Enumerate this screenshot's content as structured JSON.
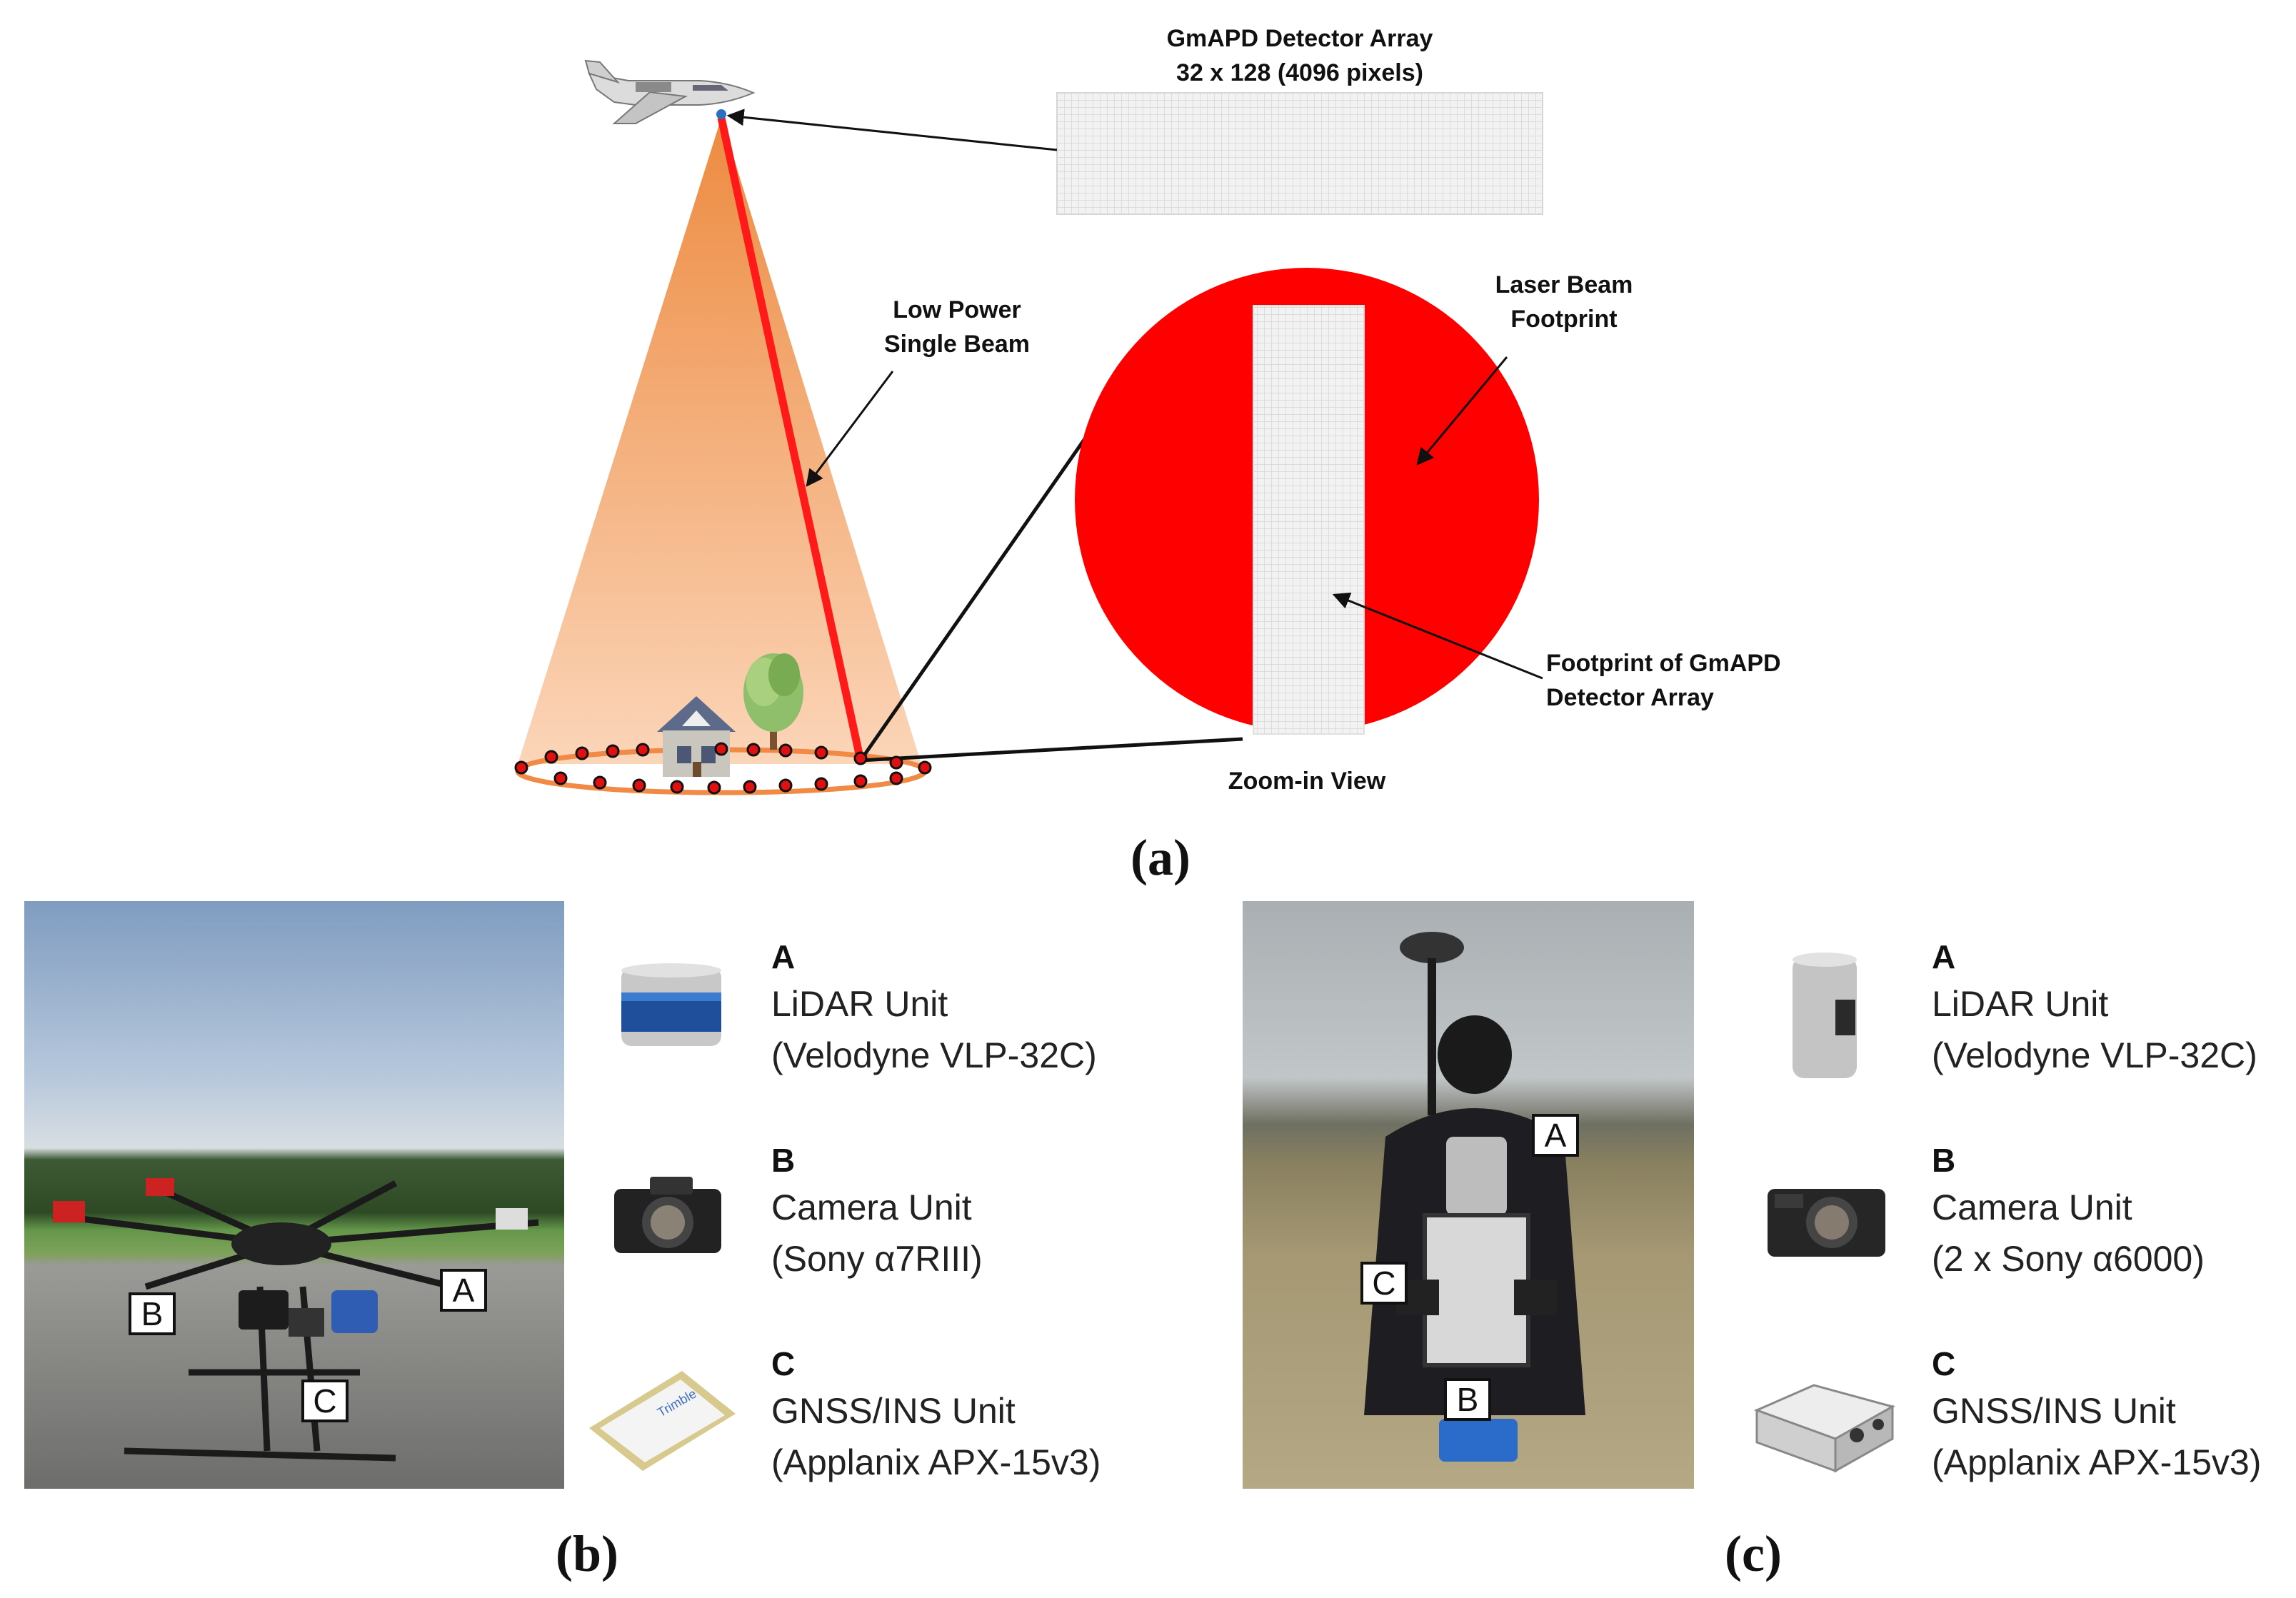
{
  "panel_a": {
    "detector_title": "GmAPD Detector Array",
    "detector_sub": "32 x 128 (4096 pixels)",
    "beam_label_1": "Low Power",
    "beam_label_2": "Single Beam",
    "footprint_label_1": "Laser Beam",
    "footprint_label_2": "Footprint",
    "array_footprint_1": "Footprint of GmAPD",
    "array_footprint_2": "Detector Array",
    "zoom_label": "Zoom-in View",
    "caption": "(a)"
  },
  "panel_b": {
    "caption": "(b)",
    "tags": [
      "A",
      "B",
      "C"
    ],
    "legend": [
      {
        "letter": "A",
        "line1": "LiDAR Unit",
        "line2": "(Velodyne VLP-32C)"
      },
      {
        "letter": "B",
        "line1": "Camera Unit",
        "line2": "(Sony α7RIII)"
      },
      {
        "letter": "C",
        "line1": "GNSS/INS Unit",
        "line2": "(Applanix APX-15v3)"
      }
    ]
  },
  "panel_c": {
    "caption": "(c)",
    "tags": [
      "A",
      "B",
      "C"
    ],
    "legend": [
      {
        "letter": "A",
        "line1": "LiDAR Unit",
        "line2": "(Velodyne VLP-32C)"
      },
      {
        "letter": "B",
        "line1": "Camera Unit",
        "line2": "(2 x Sony α6000)"
      },
      {
        "letter": "C",
        "line1": "GNSS/INS Unit",
        "line2": "(Applanix APX-15v3)"
      }
    ]
  },
  "colors": {
    "beam_red": "#ff0000",
    "cone_orange": "#ee8a40",
    "footprint_grey": "#ececec"
  },
  "icons": [
    "airplane-icon",
    "house-icon",
    "tree-icon",
    "lidar-unit-icon",
    "camera-icon",
    "gnss-board-icon"
  ]
}
